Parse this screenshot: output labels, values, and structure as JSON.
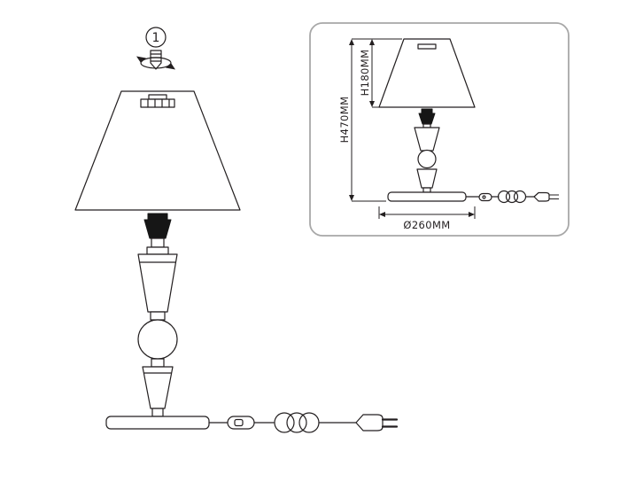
{
  "colors": {
    "background": "#ffffff",
    "line": "#231f20",
    "socket": "#161616",
    "inset_border": "#a8a8a8"
  },
  "step_marker": {
    "number": "1"
  },
  "icons": {
    "step_rotate": "rotate-bulb-icon"
  },
  "inset": {
    "dimensions": {
      "total_height": "H470MM",
      "shade_height": "H180MM",
      "diameter": "Ø260MM"
    }
  }
}
